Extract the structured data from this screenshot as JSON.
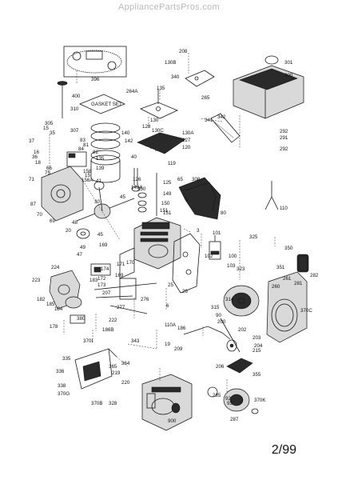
{
  "header": {
    "site": "AppliancePartsPros.com"
  },
  "footer": {
    "date_code": "2/99",
    "tiny_text": ""
  },
  "diagram": {
    "labels": [
      {
        "id": "208",
        "text": "208"
      },
      {
        "id": "301",
        "text": "301"
      },
      {
        "id": "300",
        "text": "300"
      },
      {
        "id": "130B",
        "text": "130B"
      },
      {
        "id": "340",
        "text": "340"
      },
      {
        "id": "396",
        "text": "396"
      },
      {
        "id": "264A",
        "text": "264A"
      },
      {
        "id": "135",
        "text": "135"
      },
      {
        "id": "265",
        "text": "265"
      },
      {
        "id": "310",
        "text": "310"
      },
      {
        "id": "400",
        "text": "400"
      },
      {
        "id": "305",
        "text": "305"
      },
      {
        "id": "307",
        "text": "307"
      },
      {
        "id": "15",
        "text": "15"
      },
      {
        "id": "35",
        "text": "35"
      },
      {
        "id": "37",
        "text": "37"
      },
      {
        "id": "16",
        "text": "16"
      },
      {
        "id": "36",
        "text": "36"
      },
      {
        "id": "18",
        "text": "18"
      },
      {
        "id": "66",
        "text": "66"
      },
      {
        "id": "75",
        "text": "75"
      },
      {
        "id": "71",
        "text": "71"
      },
      {
        "id": "83",
        "text": "83"
      },
      {
        "id": "81",
        "text": "81"
      },
      {
        "id": "84",
        "text": "84"
      },
      {
        "id": "82",
        "text": "82"
      },
      {
        "id": "135b",
        "text": "135"
      },
      {
        "id": "139",
        "text": "139"
      },
      {
        "id": "140",
        "text": "140"
      },
      {
        "id": "142",
        "text": "142"
      },
      {
        "id": "40",
        "text": "40"
      },
      {
        "id": "158",
        "text": "158"
      },
      {
        "id": "15b",
        "text": "15"
      },
      {
        "id": "41",
        "text": "41"
      },
      {
        "id": "156A",
        "text": "156A"
      },
      {
        "id": "130",
        "text": "130"
      },
      {
        "id": "128",
        "text": "128"
      },
      {
        "id": "130C",
        "text": "130C"
      },
      {
        "id": "130A",
        "text": "130A"
      },
      {
        "id": "127",
        "text": "127"
      },
      {
        "id": "120",
        "text": "120"
      },
      {
        "id": "119",
        "text": "119"
      },
      {
        "id": "341",
        "text": "341"
      },
      {
        "id": "342",
        "text": "342"
      },
      {
        "id": "292",
        "text": "292"
      },
      {
        "id": "291",
        "text": "291"
      },
      {
        "id": "292b",
        "text": "292"
      },
      {
        "id": "87",
        "text": "87"
      },
      {
        "id": "70",
        "text": "70"
      },
      {
        "id": "69",
        "text": "69"
      },
      {
        "id": "30",
        "text": "30"
      },
      {
        "id": "45",
        "text": "45"
      },
      {
        "id": "150",
        "text": "150"
      },
      {
        "id": "149A",
        "text": "149A"
      },
      {
        "id": "149",
        "text": "149"
      },
      {
        "id": "125",
        "text": "125"
      },
      {
        "id": "65",
        "text": "65"
      },
      {
        "id": "308",
        "text": "308"
      },
      {
        "id": "126",
        "text": "126"
      },
      {
        "id": "150b",
        "text": "150"
      },
      {
        "id": "151",
        "text": "151"
      },
      {
        "id": "151b",
        "text": "151"
      },
      {
        "id": "1",
        "text": "1"
      },
      {
        "id": "80",
        "text": "80"
      },
      {
        "id": "110",
        "text": "110"
      },
      {
        "id": "48",
        "text": "48"
      },
      {
        "id": "20",
        "text": "20"
      },
      {
        "id": "45b",
        "text": "45"
      },
      {
        "id": "3",
        "text": "3"
      },
      {
        "id": "101",
        "text": "101"
      },
      {
        "id": "325",
        "text": "325"
      },
      {
        "id": "49",
        "text": "49"
      },
      {
        "id": "47",
        "text": "47"
      },
      {
        "id": "169",
        "text": "169"
      },
      {
        "id": "102",
        "text": "102"
      },
      {
        "id": "100",
        "text": "100"
      },
      {
        "id": "350",
        "text": "350"
      },
      {
        "id": "224",
        "text": "224"
      },
      {
        "id": "171",
        "text": "171"
      },
      {
        "id": "170",
        "text": "170"
      },
      {
        "id": "103",
        "text": "103"
      },
      {
        "id": "323",
        "text": "323"
      },
      {
        "id": "351",
        "text": "351"
      },
      {
        "id": "174",
        "text": "174"
      },
      {
        "id": "169b",
        "text": "169"
      },
      {
        "id": "172",
        "text": "172"
      },
      {
        "id": "173",
        "text": "173"
      },
      {
        "id": "223",
        "text": "223"
      },
      {
        "id": "25",
        "text": "25"
      },
      {
        "id": "26",
        "text": "26"
      },
      {
        "id": "261",
        "text": "261"
      },
      {
        "id": "281",
        "text": "281"
      },
      {
        "id": "282",
        "text": "282"
      },
      {
        "id": "182",
        "text": "182"
      },
      {
        "id": "185",
        "text": "185"
      },
      {
        "id": "184",
        "text": "184"
      },
      {
        "id": "183",
        "text": "183"
      },
      {
        "id": "207",
        "text": "207"
      },
      {
        "id": "277",
        "text": "277"
      },
      {
        "id": "276",
        "text": "276"
      },
      {
        "id": "315",
        "text": "315"
      },
      {
        "id": "314",
        "text": "314"
      },
      {
        "id": "260",
        "text": "260"
      },
      {
        "id": "370C",
        "text": "370C"
      },
      {
        "id": "90",
        "text": "90"
      },
      {
        "id": "6",
        "text": "6"
      },
      {
        "id": "380",
        "text": "380"
      },
      {
        "id": "222",
        "text": "222"
      },
      {
        "id": "178",
        "text": "178"
      },
      {
        "id": "186B",
        "text": "186B"
      },
      {
        "id": "110A",
        "text": "110A"
      },
      {
        "id": "186",
        "text": "186"
      },
      {
        "id": "200",
        "text": "200"
      },
      {
        "id": "202",
        "text": "202"
      },
      {
        "id": "203",
        "text": "203"
      },
      {
        "id": "215",
        "text": "215"
      },
      {
        "id": "204",
        "text": "204"
      },
      {
        "id": "370I",
        "text": "370I"
      },
      {
        "id": "343",
        "text": "343"
      },
      {
        "id": "19",
        "text": "19"
      },
      {
        "id": "209",
        "text": "209"
      },
      {
        "id": "335",
        "text": "335"
      },
      {
        "id": "364",
        "text": "364"
      },
      {
        "id": "365",
        "text": "365"
      },
      {
        "id": "219",
        "text": "219"
      },
      {
        "id": "206",
        "text": "206"
      },
      {
        "id": "355",
        "text": "355"
      },
      {
        "id": "336",
        "text": "336"
      },
      {
        "id": "338",
        "text": "338"
      },
      {
        "id": "220",
        "text": "220"
      },
      {
        "id": "370G",
        "text": "370G"
      },
      {
        "id": "370B",
        "text": "370B"
      },
      {
        "id": "328",
        "text": "328"
      },
      {
        "id": "285",
        "text": "285"
      },
      {
        "id": "92",
        "text": "92"
      },
      {
        "id": "93",
        "text": "93"
      },
      {
        "id": "370K",
        "text": "370K"
      },
      {
        "id": "287",
        "text": "287"
      },
      {
        "id": "900",
        "text": "900"
      }
    ],
    "gasket_set_text": "GASKET SET"
  }
}
